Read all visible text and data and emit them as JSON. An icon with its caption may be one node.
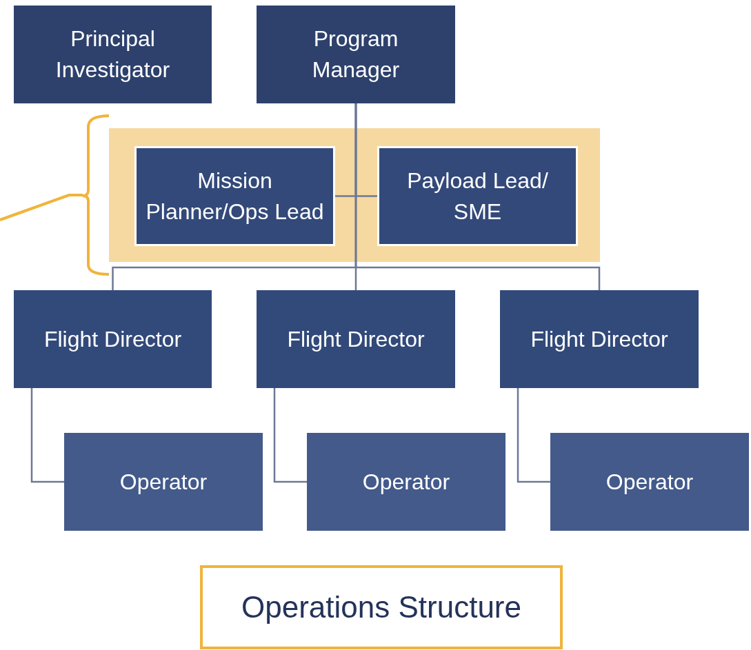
{
  "diagram": {
    "nodes": [
      {
        "text": [
          "Principal Investigator"
        ]
      },
      {
        "text": [
          "Program Manager"
        ]
      },
      {
        "text": [],
        "shape": "box"
      },
      {
        "text": [
          "Mission Planner/Ops Lead"
        ],
        "in": 2
      },
      {
        "text": [
          "Payload Lead/ SME"
        ],
        "in": 2
      },
      {
        "text": [
          "Flight Director"
        ]
      },
      {
        "text": [
          "Flight Director"
        ]
      },
      {
        "text": [
          "Flight Director"
        ]
      },
      {
        "text": [
          "Operator"
        ]
      },
      {
        "text": [
          "Operator"
        ]
      },
      {
        "text": [
          "Operator"
        ]
      },
      {
        "text": [],
        "shape": "bracket"
      },
      {
        "text": [
          "Operations Structure"
        ]
      }
    ],
    "edges": [
      {
        "from": 1,
        "to": 3,
        "arrow": "none"
      },
      {
        "from": 1,
        "to": 4,
        "arrow": "none"
      },
      {
        "from": 1,
        "to": 5,
        "arrow": "none"
      },
      {
        "from": 1,
        "to": 6,
        "arrow": "none"
      },
      {
        "from": 1,
        "to": 7,
        "arrow": "none"
      },
      {
        "from": 5,
        "to": 8,
        "arrow": "none"
      },
      {
        "from": 6,
        "to": 9,
        "arrow": "none"
      },
      {
        "from": 7,
        "to": 10,
        "arrow": "none"
      },
      {
        "from": null,
        "to": 11,
        "arrow": "none",
        "color": "#f0b43c"
      }
    ]
  }
}
